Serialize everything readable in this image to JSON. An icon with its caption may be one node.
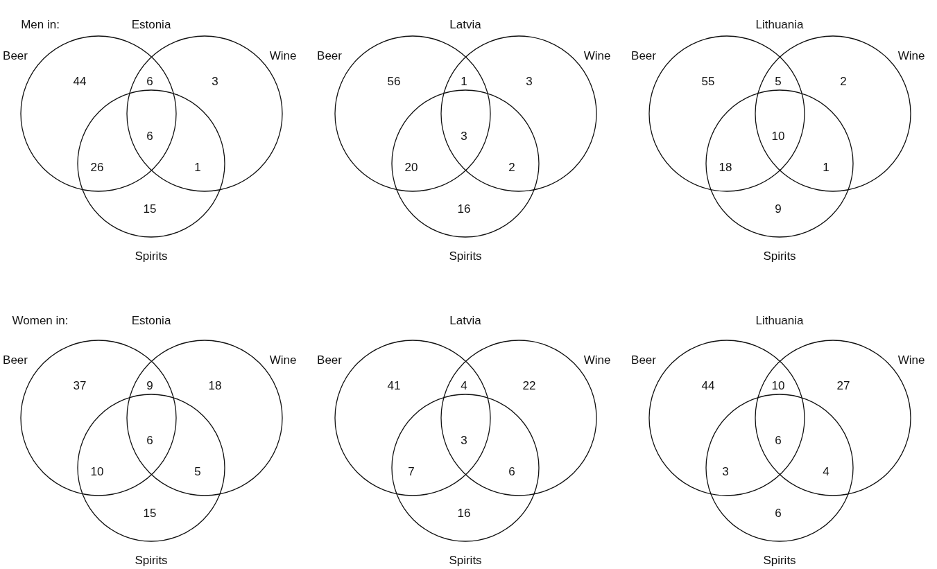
{
  "diagram": {
    "labels": [
      "Men in:",
      "Estonia",
      "Beer",
      "Wine",
      "44",
      "6",
      "3",
      "6",
      "26",
      "1",
      "15",
      "Spirits",
      "Latvia",
      "Beer",
      "Wine",
      "56",
      "1",
      "3",
      "3",
      "20",
      "2",
      "16",
      "Spirits",
      "Lithuania",
      "Beer",
      "Wine",
      "55",
      "5",
      "2",
      "10",
      "18",
      "1",
      "9",
      "Spirits",
      "Women in:",
      "Estonia",
      "Beer",
      "Wine",
      "37",
      "9",
      "18",
      "6",
      "10",
      "5",
      "15",
      "Spirits",
      "Latvia",
      "Beer",
      "Wine",
      "41",
      "4",
      "22",
      "3",
      "7",
      "6",
      "16",
      "Spirits",
      "Lithuania",
      "Beer",
      "Wine",
      "44",
      "10",
      "27",
      "6",
      "3",
      "4",
      "6",
      "Spirits"
    ]
  }
}
